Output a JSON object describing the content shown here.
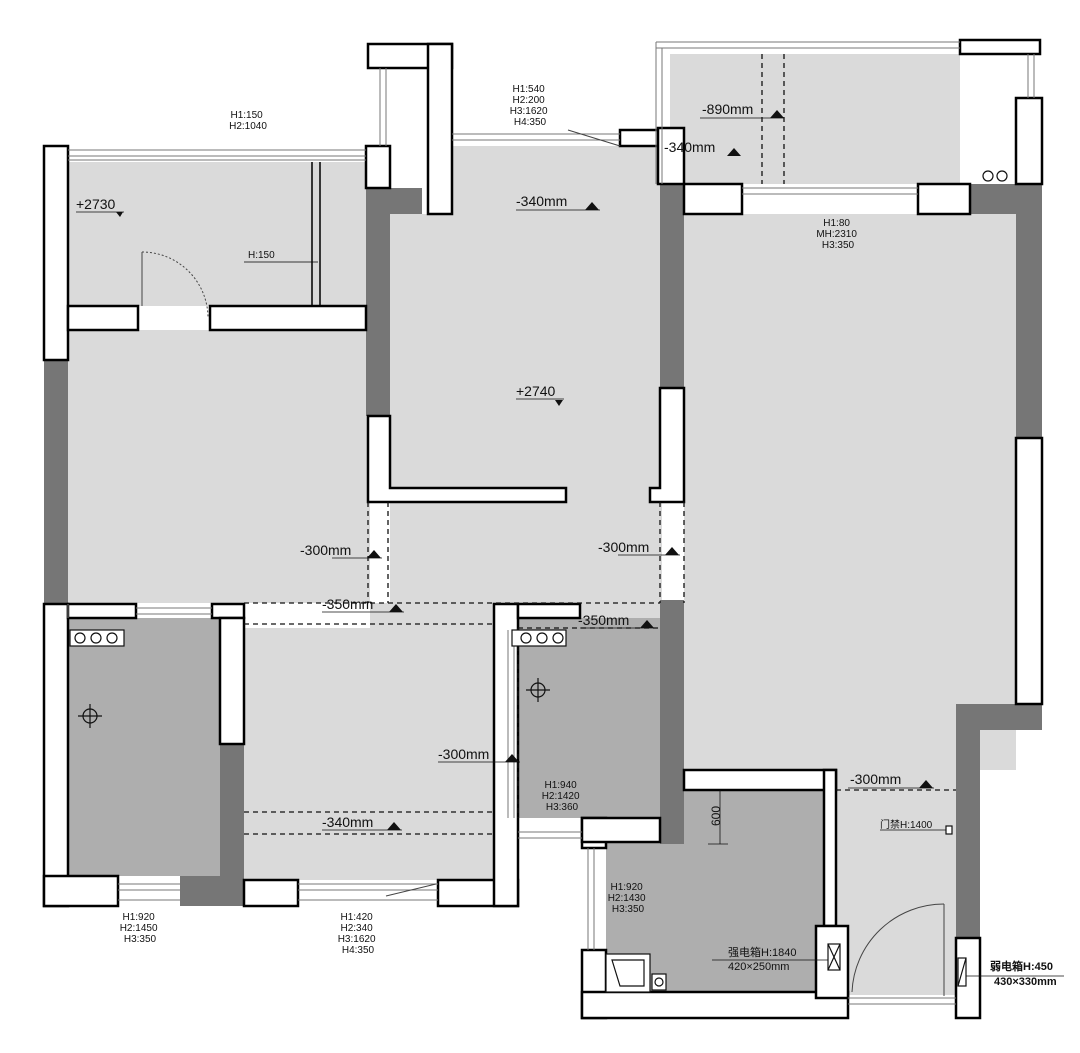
{
  "plan": {
    "annotations": {
      "top_window_left": [
        "H1:150",
        "H2:1040"
      ],
      "top_window_center": [
        "H1:540",
        "H2:200",
        "H3:1620",
        "H4:350"
      ],
      "balcony_right_window": [
        "H1:80",
        "MH:2310",
        "H3:350"
      ],
      "bedroom_left_window": [
        "H1:920",
        "H2:1450",
        "H3:350"
      ],
      "bedroom_bottom_window": [
        "H1:420",
        "H2:340",
        "H3:1620",
        "H4:350"
      ],
      "bath_mid_window": [
        "H1:940",
        "H2:1420",
        "H3:360"
      ],
      "kitchen_window": [
        "H1:920",
        "H2:1430",
        "H3:350"
      ]
    },
    "levels": {
      "left_room": "+2730",
      "center_room": "+2740",
      "top_corridor": "-340mm",
      "balcony_top": "-890mm",
      "balcony_step": "-340mm",
      "beam_left": "-300mm",
      "beam_center": "-300mm",
      "beam_mid_horizontal": "-350mm",
      "beam_right_bath": "-350mm",
      "bath_beam": "-300mm",
      "bottom_corridor": "-340mm",
      "entry_beam": "-300mm"
    },
    "heights": {
      "partition_h": "H:150",
      "dim_600": "600",
      "door_access": "门禁H:1400"
    },
    "electrical": {
      "strong_box_title": "强电箱H:1840",
      "strong_box_size": "420×250mm",
      "weak_box_title": "弱电箱H:450",
      "weak_box_size": "430×330mm"
    },
    "colors": {
      "room_fill": "#dadada",
      "wet_room_fill": "#aeaeae",
      "bearing_wall": "#767676",
      "wall_outline": "#000000"
    }
  }
}
